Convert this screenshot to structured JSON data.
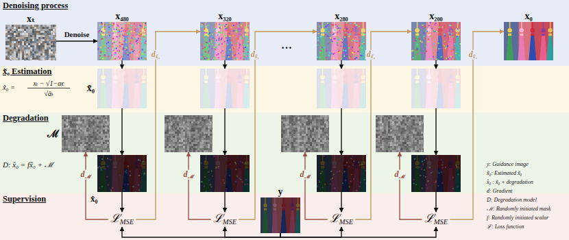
{
  "diagram": {
    "nodes": [
      {
        "text": [
          "Denoising process"
        ]
      },
      {
        "text": [
          "xₜ"
        ],
        "in": 0
      },
      {
        "text": [
          "x₄₈₀"
        ],
        "in": 0
      },
      {
        "text": [
          "x₃₂₀"
        ],
        "in": 0
      },
      {
        "text": [
          "x₂₈₀"
        ],
        "in": 0
      },
      {
        "text": [
          "x₂₀₀"
        ],
        "in": 0
      },
      {
        "text": [
          "x₀"
        ],
        "in": 0
      },
      {
        "text": [
          "x̃₀ Estimation"
        ]
      },
      {
        "text": [
          "x̃₀"
        ],
        "in": 7
      },
      {
        "text": [
          "Degradation"
        ]
      },
      {
        "text": [
          "ℳ"
        ],
        "in": 9
      },
      {
        "text": [
          "x̂₀"
        ],
        "in": 9
      },
      {
        "text": [
          "Supervision"
        ]
      },
      {
        "text": [
          "ℒMSE"
        ],
        "in": 12
      },
      {
        "text": [
          "ℒMSE"
        ],
        "in": 12
      },
      {
        "text": [
          "y"
        ],
        "in": 12
      },
      {
        "text": [
          "ℒMSE"
        ],
        "in": 12
      },
      {
        "text": [
          "ℒMSE"
        ],
        "in": 12
      }
    ],
    "edges": [
      {
        "from": 1,
        "to": 2,
        "label": "Denoise",
        "arrow": "to"
      },
      {
        "from": 2,
        "to": 8,
        "arrow": "to"
      },
      {
        "from": 8,
        "to": 11,
        "arrow": "to"
      },
      {
        "from": 11,
        "to": 13,
        "arrow": "to"
      },
      {
        "from": 13,
        "to": 10,
        "label": "dℳ",
        "arrow": "to"
      },
      {
        "from": 13,
        "to": 3,
        "label": "dx̃₀",
        "arrow": "to"
      },
      {
        "from": 14,
        "to": 4,
        "label": "dx̃₀",
        "arrow": "to"
      },
      {
        "from": 16,
        "to": 5,
        "label": "dx̃₀",
        "arrow": "to"
      },
      {
        "from": 17,
        "to": 6,
        "label": "dx̃₀",
        "arrow": "to"
      },
      {
        "from": 15,
        "to": 13,
        "arrow": "to"
      },
      {
        "from": 15,
        "to": 14,
        "arrow": "to"
      },
      {
        "from": 15,
        "to": 16,
        "arrow": "to"
      },
      {
        "from": 15,
        "to": 17,
        "arrow": "to"
      }
    ],
    "labels": [
      "x̃₀ =",
      "xₜ − √1−αϵ",
      "√ᾱₜ",
      "D: x̂₀ = fx̃₀ + ℳ",
      "…",
      "dℳ",
      "dℳ",
      "dℳ",
      "y: Guidance image",
      "x̃₀: Estimated x̃₀",
      "x̂₀ : x̃₀ + degradation",
      "d: Gradient",
      "D: Degradation model",
      "ℳ: Randomly initiated mask",
      "f: Randomly initiated scalar",
      "ℒ: Loss function"
    ]
  }
}
